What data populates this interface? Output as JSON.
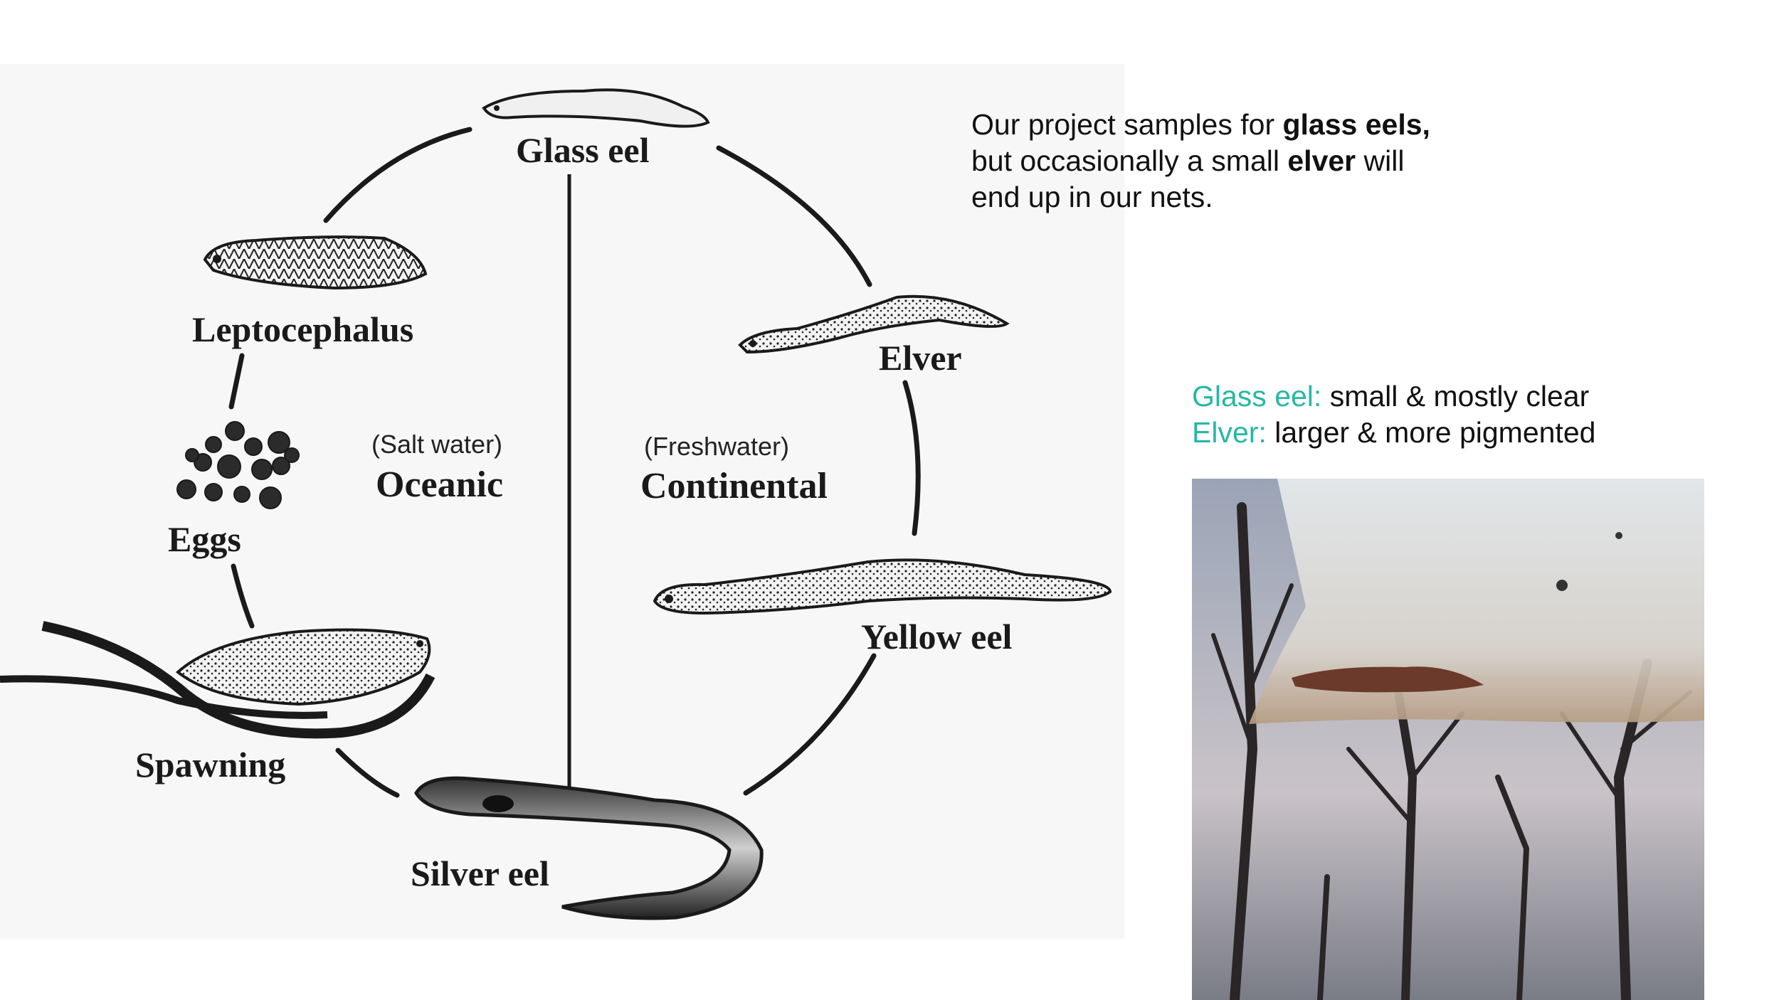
{
  "diagram": {
    "stages": {
      "glass_eel": "Glass eel",
      "leptocephalus": "Leptocephalus",
      "elver": "Elver",
      "eggs": "Eggs",
      "yellow_eel": "Yellow eel",
      "spawning": "Spawning",
      "silver_eel": "Silver eel"
    },
    "domains": {
      "oceanic_note": "(Salt water)",
      "oceanic": "Oceanic",
      "continental_note": "(Freshwater)",
      "continental": "Continental"
    }
  },
  "intro": {
    "t1": "Our project samples for ",
    "b1": "glass eels,",
    "t2": "but occasionally a small ",
    "b2": "elver",
    "t3": " will",
    "t4": "end up in our nets."
  },
  "legend": {
    "glass_term": "Glass eel:",
    "glass_desc": " small & mostly clear",
    "elver_term": "Elver:",
    "elver_desc": " larger & more pigmented"
  },
  "colors": {
    "accent": "#26b8a3",
    "ink": "#1a1a1a"
  }
}
